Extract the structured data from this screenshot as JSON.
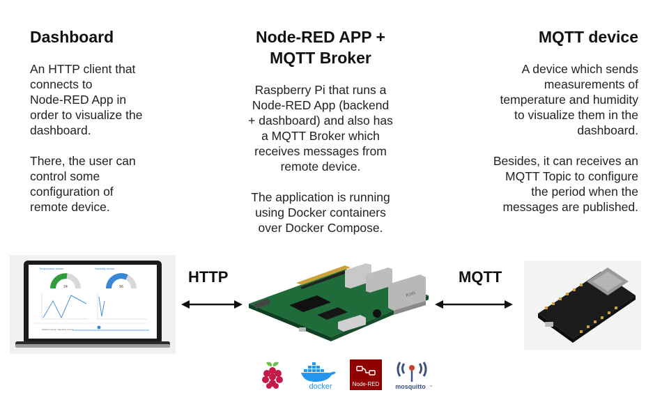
{
  "left": {
    "title": "Dashboard",
    "para1_lines": [
      "An HTTP client that",
      "connects to",
      "Node-RED App in",
      "order to visualize the",
      "dashboard."
    ],
    "para2_lines": [
      "There, the user can",
      "control some",
      "configuration of",
      "remote device."
    ]
  },
  "middle": {
    "title_lines": [
      "Node-RED APP +",
      "MQTT Broker"
    ],
    "para1_lines": [
      "Raspberry Pi that runs a",
      "Node-RED App (backend",
      "+ dashboard) and also has",
      "a MQTT Broker which",
      "receives messages from",
      "remote device."
    ],
    "para2_lines": [
      "The application is running",
      "using Docker containers",
      "over Docker Compose."
    ]
  },
  "right": {
    "title": "MQTT device",
    "para1_lines": [
      "A device which sends",
      "measurements of",
      "temperature and humidity",
      "to visualize them in the",
      "dashboard."
    ],
    "para2_lines": [
      "Besides, it can receives an",
      "MQTT Topic to configure",
      "the period when the",
      "messages are published."
    ]
  },
  "protocols": {
    "http": "HTTP",
    "mqtt": "MQTT"
  },
  "laptop_screen": {
    "gauge1_title": "Temperature sensor",
    "gauge2_title": "Humidity sensor",
    "gauge1_value": "24",
    "gauge2_value": "56",
    "slider_label": "Publish interval / Sampling period"
  },
  "rpi_label": "RJ45",
  "logos": {
    "docker": "docker",
    "nodered": "Node-RED",
    "mosquitto": "mosquitto",
    "mosquitto_tm": "™"
  },
  "colors": {
    "gauge_green": "#2e9e3a",
    "gauge_blue": "#3a86d6",
    "raspberry_red": "#c51a4a",
    "docker_blue": "#2496ed",
    "nodered_dark_red": "#8f0000",
    "mosquitto_blue": "#3c5280"
  }
}
